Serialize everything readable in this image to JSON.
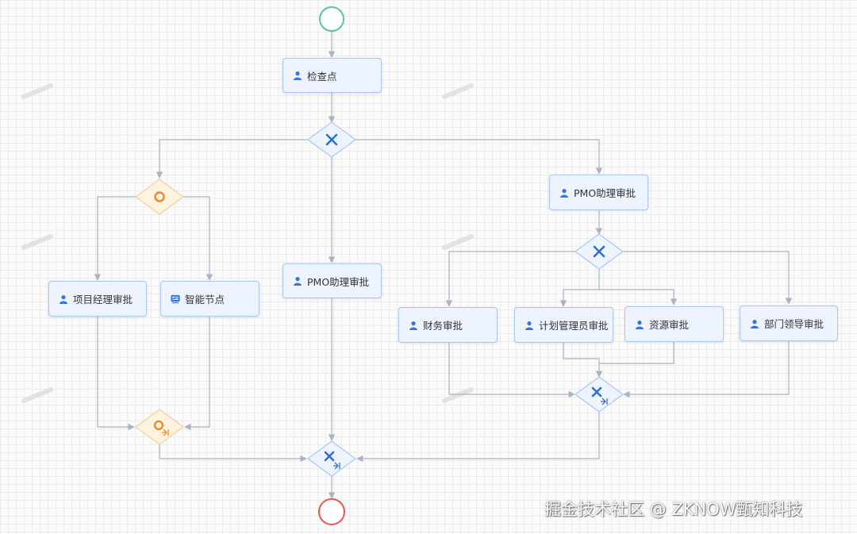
{
  "diagram": {
    "tasks": {
      "check_point": "检查点",
      "pmo_assistant_mid": "PMO助理审批",
      "pmo_assistant_right": "PMO助理审批",
      "pm_approval": "项目经理审批",
      "smart_node": "智能节点",
      "finance_approval": "财务审批",
      "plan_manager_approval": "计划管理员审批",
      "resource_approval": "资源审批",
      "dept_leader_approval": "部门领导审批"
    },
    "icons": {
      "user_task": "user-icon",
      "service_task": "service-icon",
      "exclusive_gateway": "x-icon",
      "inclusive_gateway": "circle-icon",
      "join_marker": "join-arrow-icon"
    },
    "colors": {
      "start_event": "#5cc49a",
      "end_event": "#e8544e",
      "exclusive_gateway_fill": "#eef4ff",
      "exclusive_gateway_stroke": "#a9c6f5",
      "exclusive_gateway_icon": "#2d6fd4",
      "inclusive_gateway_fill": "#fff3e0",
      "inclusive_gateway_stroke": "#f3cfa0",
      "inclusive_gateway_icon": "#ec8c2e",
      "task_fill": "#eef4ff",
      "task_stroke": "#a9c6f5",
      "edge": "#aab3bf"
    }
  },
  "watermark": "掘金技术社区 @ ZKNOW甄知科技"
}
